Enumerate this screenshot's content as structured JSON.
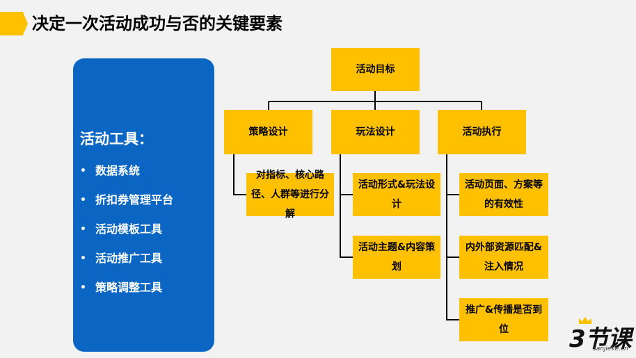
{
  "header": {
    "title": "决定一次活动成功与否的关键要素",
    "accent_color": "#ffc000"
  },
  "tools_panel": {
    "heading": "活动工具：",
    "bullet": "•",
    "items": [
      "数据系统",
      "折扣券管理平台",
      "活动模板工具",
      "活动推广工具",
      "策略调整工具"
    ],
    "color": "#0a66c2"
  },
  "org_chart": {
    "root": "活动目标",
    "branches": [
      {
        "label": "策略设计",
        "children": [
          "对指标、核心路径、人群等进行分解"
        ]
      },
      {
        "label": "玩法设计",
        "children": [
          "活动形式&玩法设计",
          "活动主题&内容策划"
        ]
      },
      {
        "label": "活动执行",
        "children": [
          "活动页面、方案等的有效性",
          "内外部资源匹配&注入情况",
          "推广&传播是否到位"
        ]
      }
    ],
    "node_color": "#ffc000"
  },
  "logo": {
    "text": "3节课",
    "subtitle": "sanjieke.cn"
  }
}
